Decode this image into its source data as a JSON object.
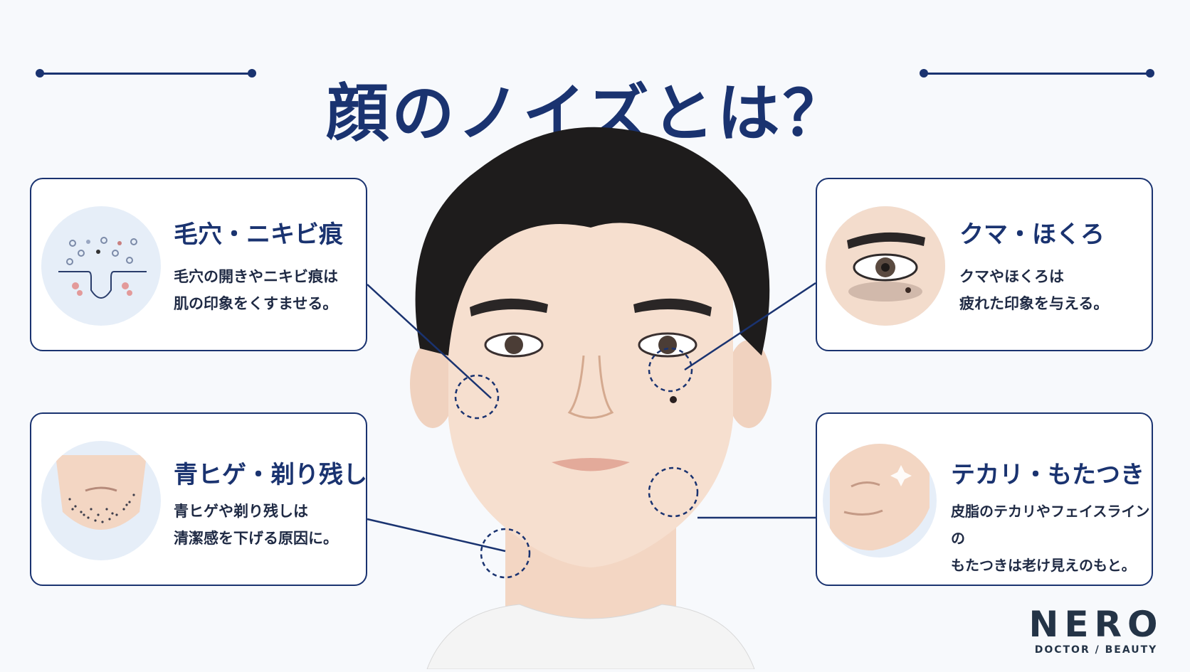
{
  "title": "顔のノイズとは？",
  "cards": {
    "pores": {
      "title": "毛穴・ニキビ痕",
      "desc_line1": "毛穴の開きやニキビ痕は",
      "desc_line2": "肌の印象をくすませる。"
    },
    "dark_circles": {
      "title": "クマ・ほくろ",
      "desc_line1": "クマやほくろは",
      "desc_line2": "疲れた印象を与える。"
    },
    "beard": {
      "title": "青ヒゲ・剃り残し",
      "desc_line1": "青ヒゲや剃り残しは",
      "desc_line2": "清潔感を下げる原因に。"
    },
    "shine": {
      "title": "テカリ・もたつき",
      "desc_line1": "皮脂のテカリやフェイスラインの",
      "desc_line2": "もたつきは老け見えのもと。"
    }
  },
  "logo": {
    "name": "NERO",
    "tagline": "DOCTOR / BEAUTY"
  },
  "colors": {
    "accent": "#1a3370",
    "background": "#f7f9fc",
    "card_bg": "#ffffff",
    "skin": "#f6dfcf",
    "hair": "#1e1c1c"
  },
  "icons": [
    "pore-cross-section-icon",
    "eye-dark-circle-icon",
    "beard-chin-icon",
    "face-jawline-icon"
  ]
}
